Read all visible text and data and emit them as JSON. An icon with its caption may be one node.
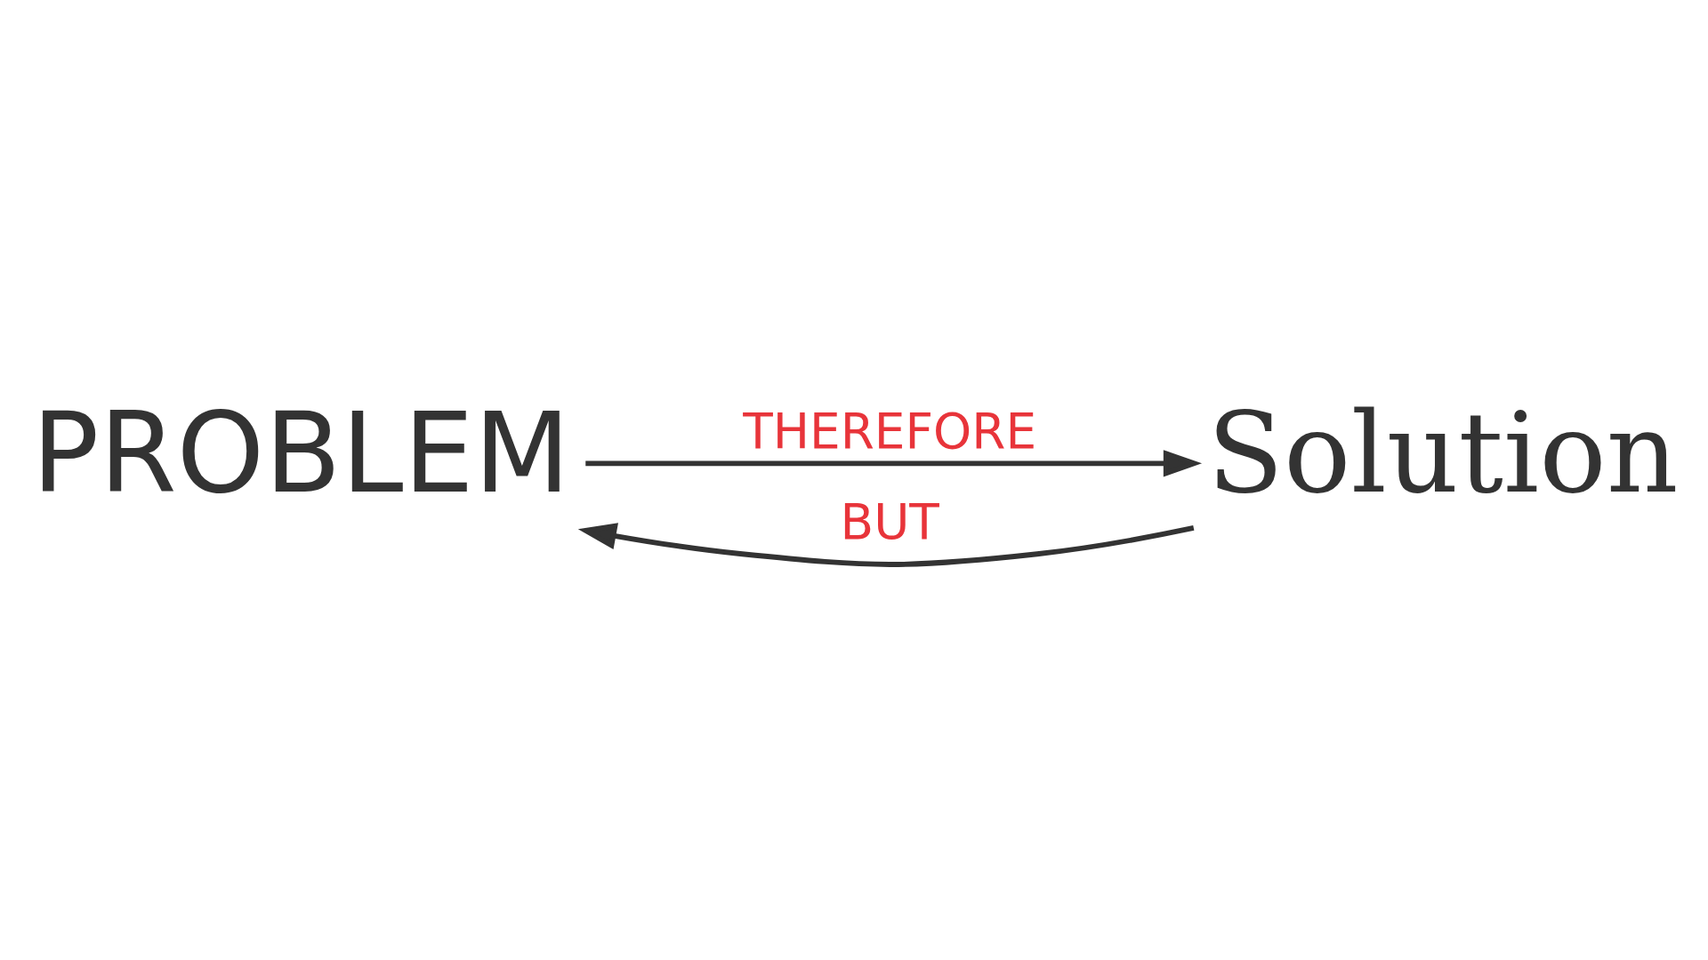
{
  "diagram": {
    "nodes": [
      {
        "text": [
          "PROBLEM"
        ]
      },
      {
        "text": [
          "Solution"
        ]
      }
    ],
    "edges": [
      {
        "from": 0,
        "to": 1,
        "arrow": "to",
        "label": "THEREFORE"
      },
      {
        "from": 1,
        "to": 0,
        "arrow": "to",
        "label": "BUT"
      }
    ]
  }
}
